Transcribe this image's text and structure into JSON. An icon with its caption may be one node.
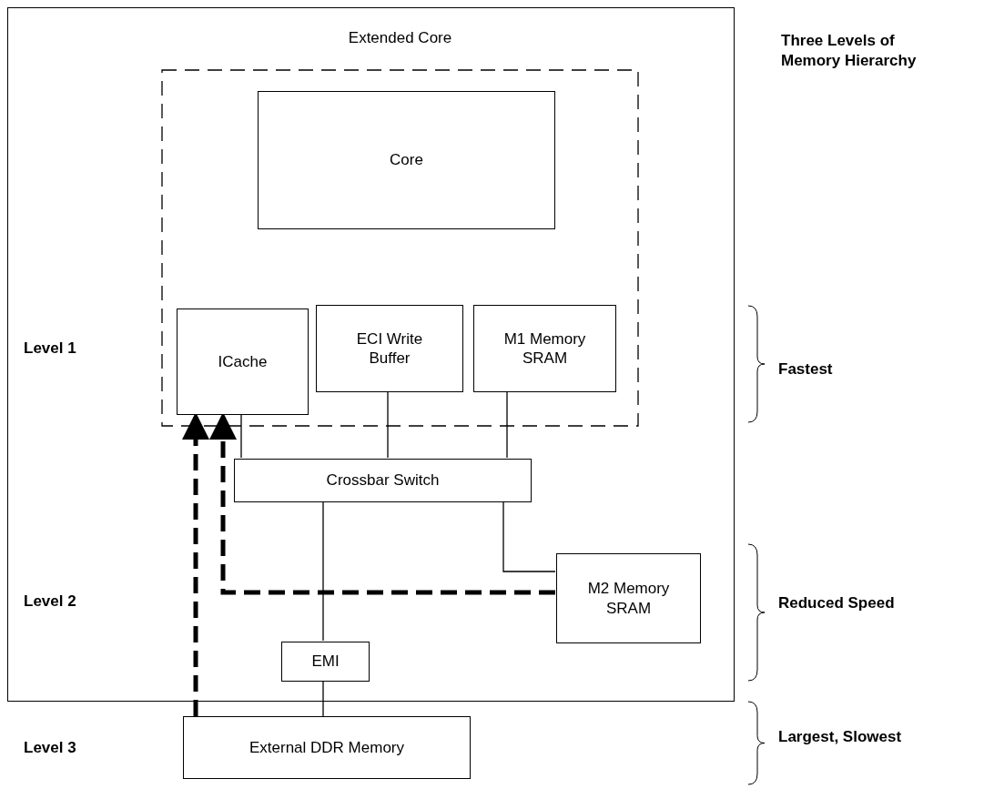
{
  "diagram": {
    "title": "Three Levels of Memory Hierarchy",
    "nodes": [
      {
        "text": [],
        "shape": "box"
      },
      {
        "text": [
          "Extended Core"
        ],
        "in": 0
      },
      {
        "text": [
          "Core"
        ],
        "in": 1
      },
      {
        "text": [
          "ICache"
        ],
        "in": 1
      },
      {
        "text": [
          "ECI Write Buffer"
        ],
        "in": 1
      },
      {
        "text": [
          "M1 Memory SRAM"
        ],
        "in": 1
      },
      {
        "text": [
          "Crossbar Switch"
        ],
        "in": 0
      },
      {
        "text": [
          "M2 Memory SRAM"
        ],
        "in": 0
      },
      {
        "text": [
          "EMI"
        ],
        "in": 0
      },
      {
        "text": [
          "External DDR Memory"
        ]
      }
    ],
    "edges": [
      {
        "from": 3,
        "to": 6,
        "arrow": "none"
      },
      {
        "from": 4,
        "to": 6,
        "arrow": "none"
      },
      {
        "from": 5,
        "to": 6,
        "arrow": "none"
      },
      {
        "from": 6,
        "to": 8,
        "arrow": "none"
      },
      {
        "from": 6,
        "to": 7,
        "arrow": "none"
      },
      {
        "from": 8,
        "to": 9,
        "arrow": "none"
      },
      {
        "from": 9,
        "to": 3,
        "arrow": "to",
        "style": "dashed"
      },
      {
        "from": 7,
        "to": 3,
        "arrow": "to",
        "style": "dashed"
      }
    ],
    "labels": [
      "Level 1",
      "Fastest",
      "Level 2",
      "Reduced Speed",
      "Level 3",
      "Largest, Slowest"
    ]
  }
}
